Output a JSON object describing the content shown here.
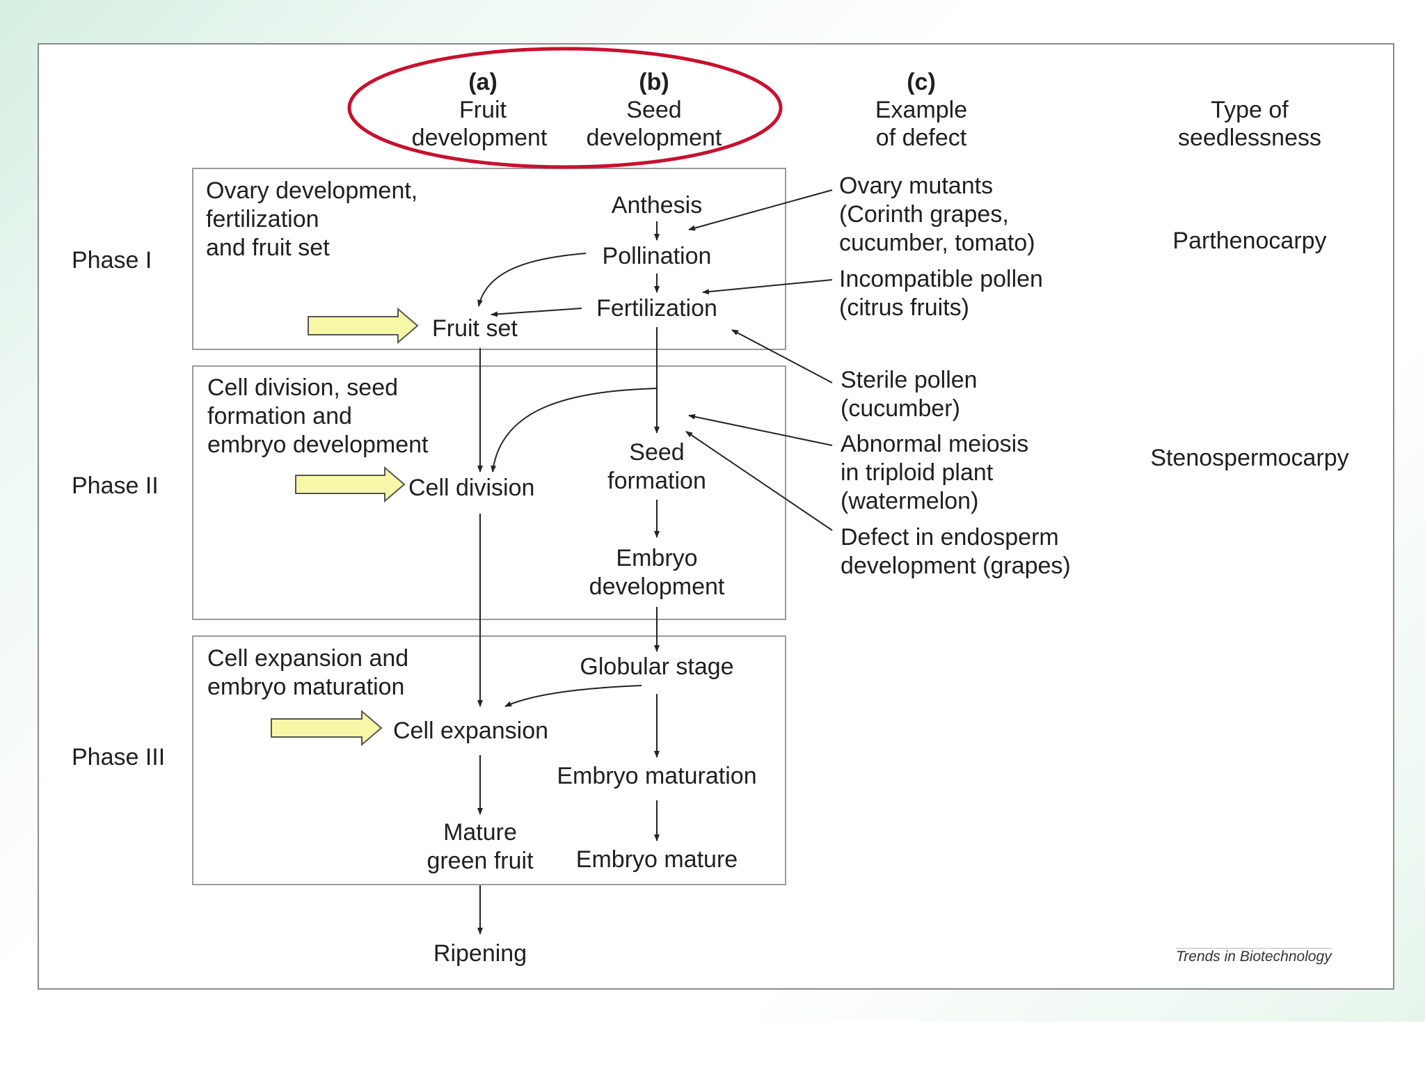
{
  "header": {
    "col_a_letter": "(a)",
    "col_a_line1": "Fruit",
    "col_a_line2": "development",
    "col_b_letter": "(b)",
    "col_b_line1": "Seed",
    "col_b_line2": "development",
    "col_c_letter": "(c)",
    "col_c_line1": "Example",
    "col_c_line2": "of defect",
    "col_d_line1": "Type of",
    "col_d_line2": "seedlessness"
  },
  "phases": [
    {
      "label": "Phase I",
      "title_lines": [
        "Ovary development,",
        "fertilization",
        "and fruit set"
      ]
    },
    {
      "label": "Phase II",
      "title_lines": [
        "Cell division, seed",
        "formation and",
        "embryo development"
      ]
    },
    {
      "label": "Phase III",
      "title_lines": [
        "Cell expansion and",
        "embryo maturation"
      ]
    }
  ],
  "fruit_nodes": {
    "fruit_set": "Fruit set",
    "cell_division": "Cell division",
    "cell_expansion": "Cell expansion",
    "mature_green_fruit_line1": "Mature",
    "mature_green_fruit_line2": "green fruit",
    "ripening": "Ripening"
  },
  "seed_nodes": {
    "anthesis": "Anthesis",
    "pollination": "Pollination",
    "fertilization": "Fertilization",
    "seed_formation_line1": "Seed",
    "seed_formation_line2": "formation",
    "embryo_development_line1": "Embryo",
    "embryo_development_line2": "development",
    "globular_stage": "Globular stage",
    "embryo_maturation": "Embryo maturation",
    "embryo_mature": "Embryo mature"
  },
  "defects": [
    {
      "lines": [
        "Ovary mutants",
        "(Corinth grapes,",
        "cucumber, tomato)"
      ]
    },
    {
      "lines": [
        "Incompatible pollen",
        "(citrus fruits)"
      ]
    },
    {
      "lines": [
        "Sterile pollen",
        "(cucumber)"
      ]
    },
    {
      "lines": [
        "Abnormal meiosis",
        "in triploid plant",
        "(watermelon)"
      ]
    },
    {
      "lines": [
        "Defect in endosperm",
        "development (grapes)"
      ]
    }
  ],
  "seedlessness_types": {
    "parthenocarpy": "Parthenocarpy",
    "stenospermocarpy": "Stenospermocarpy"
  },
  "credit": "Trends in Biotechnology",
  "colors": {
    "highlight_ellipse": "#c8102e",
    "input_arrow_fill": "#f7f7a8",
    "input_arrow_stroke": "#555555",
    "line": "#222222"
  }
}
